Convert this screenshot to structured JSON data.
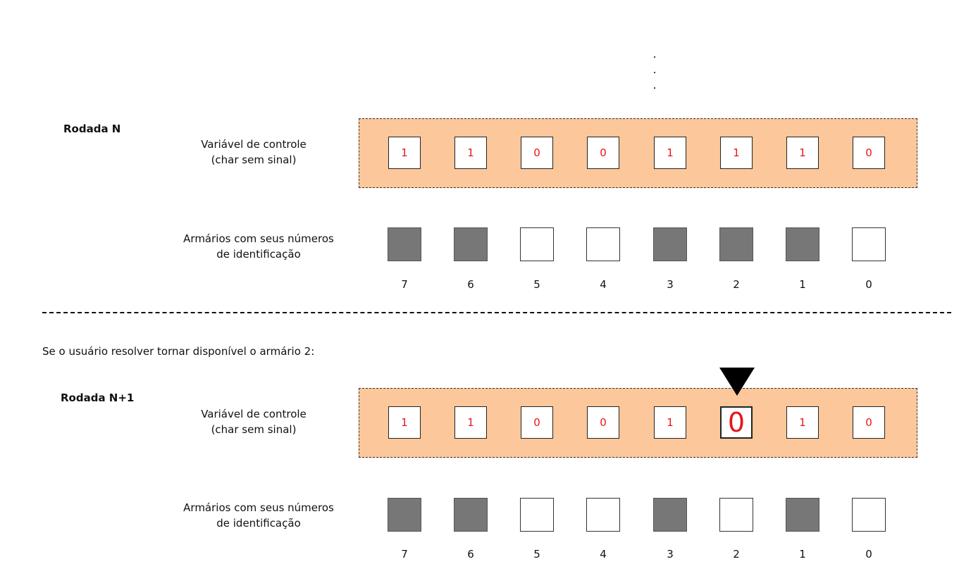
{
  "ellipsis": [
    ".",
    ".",
    "."
  ],
  "intro": "Se o usuário resolver tornar disponível o armário 2:",
  "rounds": [
    {
      "label": "Rodada N",
      "control_label": [
        "Variável de controle",
        "(char sem sinal)"
      ],
      "lockers_label": [
        "Armários com seus números",
        "de identificação"
      ],
      "bits": [
        "1",
        "1",
        "0",
        "0",
        "1",
        "1",
        "1",
        "0"
      ],
      "lockers_occupied": [
        true,
        true,
        false,
        false,
        true,
        true,
        true,
        false
      ],
      "locker_numbers": [
        "7",
        "6",
        "5",
        "4",
        "3",
        "2",
        "1",
        "0"
      ]
    },
    {
      "label": "Rodada N+1",
      "control_label": [
        "Variável de controle",
        "(char sem sinal)"
      ],
      "lockers_label": [
        "Armários com seus números",
        "de identificação"
      ],
      "bits": [
        "1",
        "1",
        "0",
        "0",
        "1",
        "0",
        "1",
        "0"
      ],
      "lockers_occupied": [
        true,
        true,
        false,
        false,
        true,
        false,
        true,
        false
      ],
      "locker_numbers": [
        "7",
        "6",
        "5",
        "4",
        "3",
        "2",
        "1",
        "0"
      ],
      "highlighted_locker": "2"
    }
  ],
  "colors": {
    "band": "#fcc79a",
    "bit_text": "#e8141c",
    "occupied": "#777777",
    "free": "#ffffff"
  }
}
